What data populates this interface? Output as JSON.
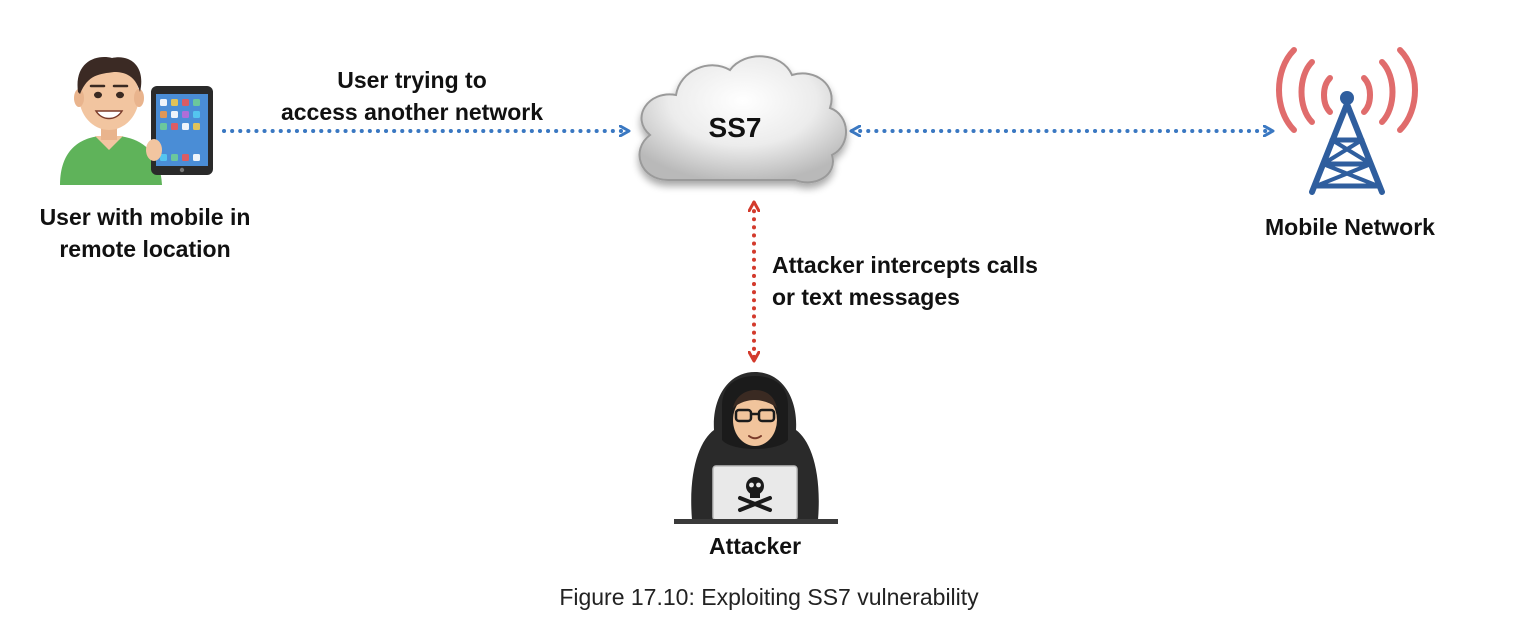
{
  "diagram": {
    "nodes": {
      "user": {
        "label": "User with mobile in remote location",
        "line1": "User with mobile in",
        "line2": "remote location",
        "icon": "user-with-tablet-icon"
      },
      "ss7": {
        "label": "SS7",
        "icon": "cloud-icon"
      },
      "mobile_network": {
        "label": "Mobile Network",
        "icon": "cell-tower-icon"
      },
      "attacker": {
        "label": "Attacker",
        "icon": "hooded-hacker-icon"
      }
    },
    "edges": {
      "user_to_ss7": {
        "line1": "User trying to",
        "line2": "access another network",
        "direction": "user -> ss7",
        "style": "dotted",
        "color": "#3a78c2"
      },
      "ss7_mobile": {
        "direction": "bidirectional",
        "style": "dotted",
        "color": "#3a78c2"
      },
      "ss7_attacker": {
        "line1": "Attacker intercepts calls",
        "line2": "or text messages",
        "direction": "bidirectional",
        "style": "dotted",
        "color": "#d33a2c"
      }
    }
  },
  "caption": "Figure 17.10: Exploiting SS7 vulnerability"
}
